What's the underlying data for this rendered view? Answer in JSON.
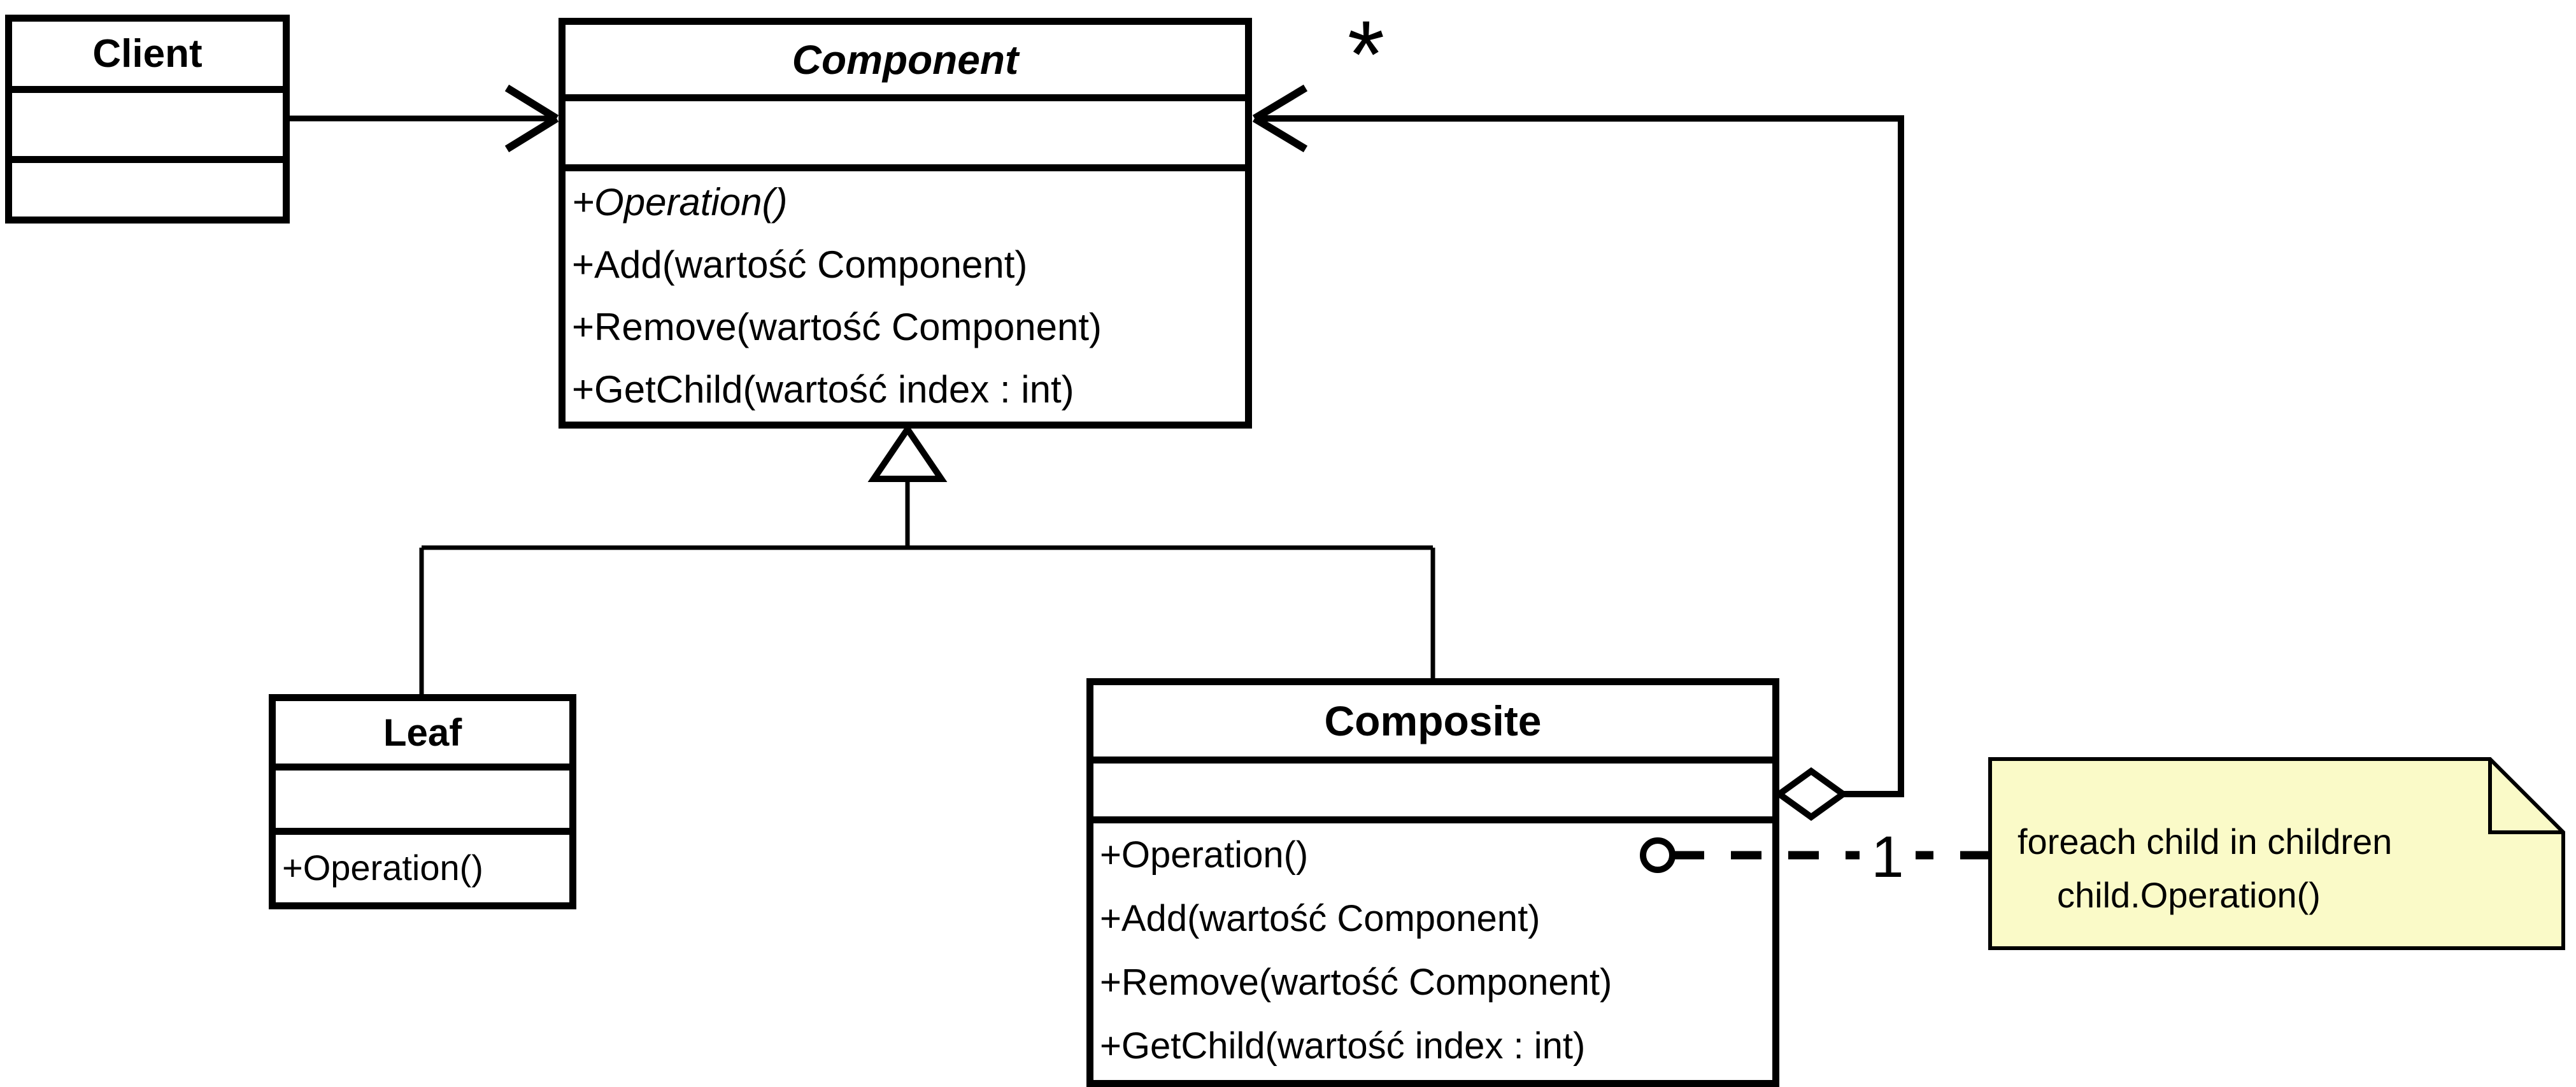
{
  "classes": {
    "client": {
      "title": "Client",
      "methods": []
    },
    "component": {
      "title": "Component",
      "methods": [
        "+Operation()",
        "+Add(wartość Component)",
        "+Remove(wartość Component)",
        "+GetChild(wartość index : int)"
      ]
    },
    "leaf": {
      "title": "Leaf",
      "methods": [
        "+Operation()"
      ]
    },
    "composite": {
      "title": "Composite",
      "methods": [
        "+Operation()",
        "+Add(wartość Component)",
        "+Remove(wartość Component)",
        "+GetChild(wartość index : int)"
      ]
    }
  },
  "note": {
    "lines": [
      "foreach child in children",
      "child.Operation()"
    ]
  },
  "labels": {
    "children_multiplicity": "*",
    "note_multiplicity": "1"
  },
  "colors": {
    "line": "#000000",
    "background": "#ffffff",
    "note_fill": "#FAFAC8"
  }
}
